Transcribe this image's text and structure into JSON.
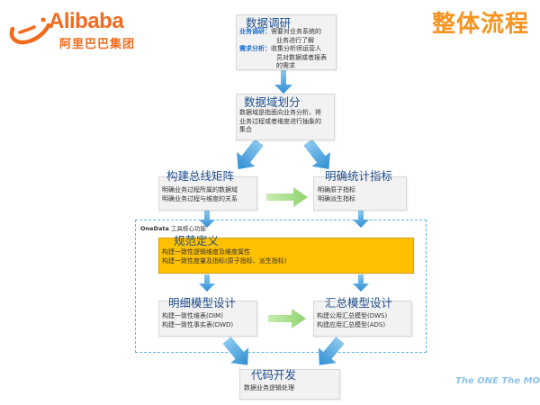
{
  "logo": {
    "en": "Alibaba",
    "cn": "阿里巴巴集团"
  },
  "page_title": "整体流程",
  "onedata_label": {
    "name": "OneData",
    "rest": "工具核心功能"
  },
  "slogan": "The ONE The MORE",
  "steps": {
    "research": {
      "title": "数据调研",
      "lines": [
        {
          "label": "业务调研：",
          "text": "需要对业务系统的"
        },
        {
          "label": "",
          "text": "业务进行了解"
        },
        {
          "label": "需求分析：",
          "text": "收集分析师运营人"
        },
        {
          "label": "",
          "text": "员对数据或者报表"
        },
        {
          "label": "",
          "text": "的需求"
        }
      ]
    },
    "domain": {
      "title": "数据域划分",
      "lines": [
        "数据域是指面向业务分析，将",
        "业务过程或者维度进行抽象的",
        "集合"
      ]
    },
    "bus_matrix": {
      "title": "构建总线矩阵",
      "lines": [
        "明确业务过程所属的数据域",
        "明确业务过程与维度的关系"
      ]
    },
    "metrics": {
      "title": "明确统计指标",
      "lines": [
        "明确原子指标",
        "明确派生指标"
      ]
    },
    "spec": {
      "title": "规范定义",
      "lines": [
        "构建一致性逻辑维度及维度属性",
        "构建一致性度量及指标(原子指标、派生指标)"
      ]
    },
    "detail_model": {
      "title": "明细模型设计",
      "lines": [
        "构建一致性维表(DIM)",
        "构建一致性事实表(DWD)"
      ]
    },
    "summary_model": {
      "title": "汇总模型设计",
      "lines": [
        "构建公用汇总模型(DWS)",
        "构建应用汇总模型(ADS)"
      ]
    },
    "dev": {
      "title": "代码开发",
      "lines": [
        "数据业务逻辑处理"
      ]
    }
  },
  "colors": {
    "brand_orange": "#f26b1d",
    "title_orange": "#f7931e",
    "blue_arrow": "#3a9ad9",
    "green_arrow": "#a8e08a",
    "yellow_card": "#ffc000",
    "title_blue": "#1f4e8c",
    "highlight_blue": "#1f6fd1"
  }
}
